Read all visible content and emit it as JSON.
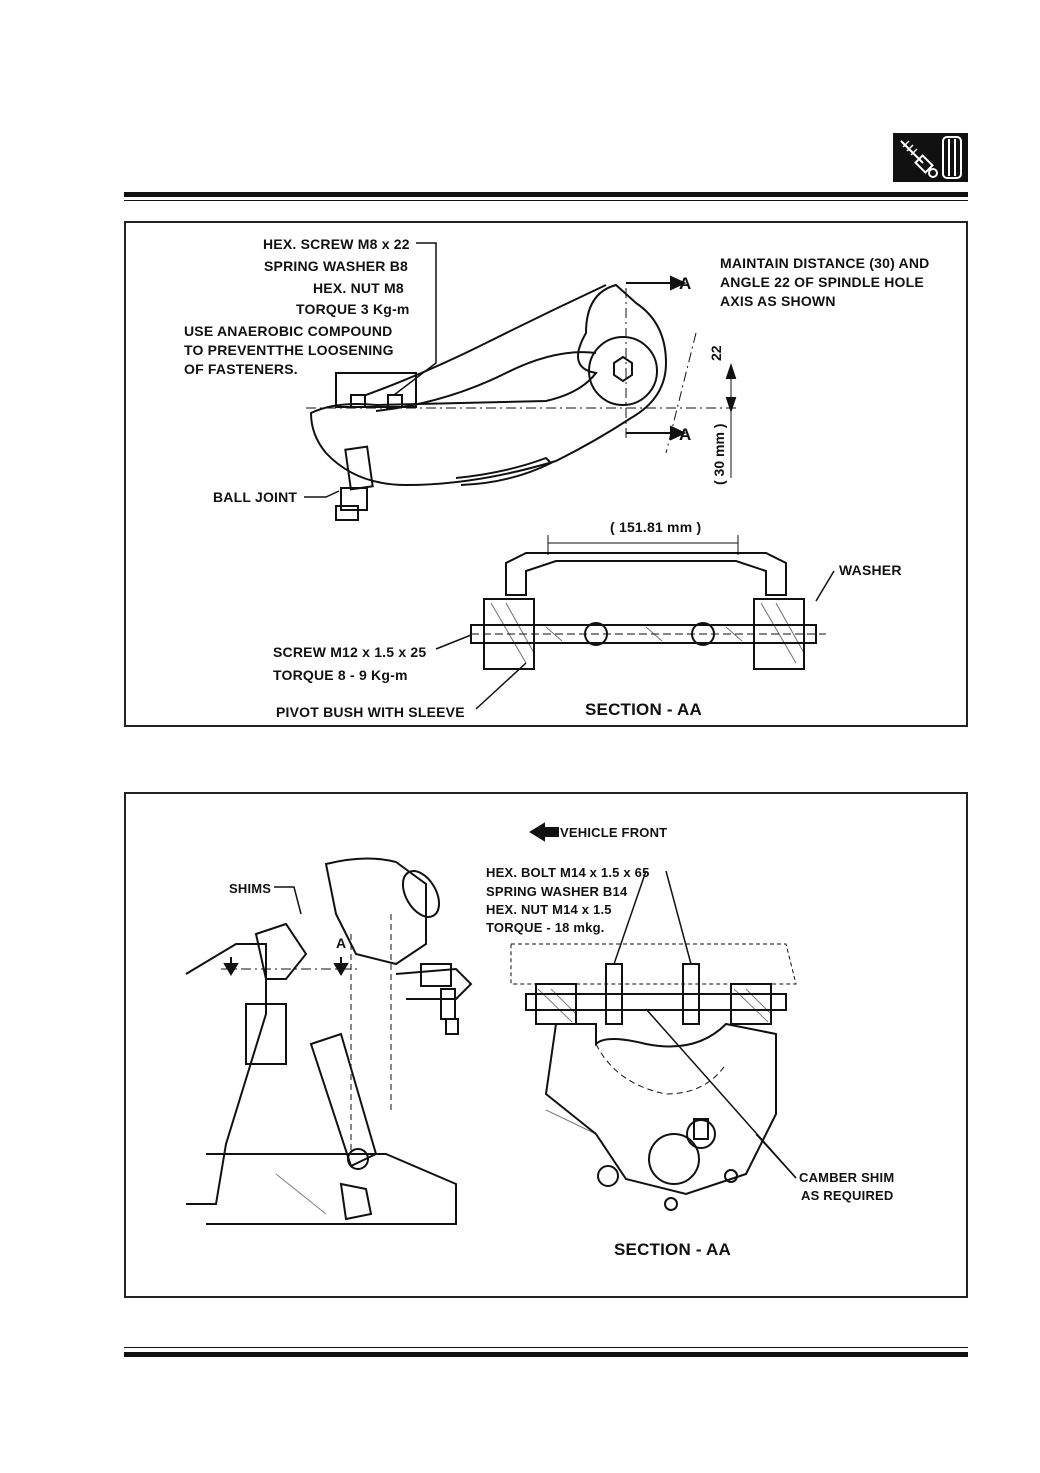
{
  "header": {
    "icon": "shock-absorber-icon"
  },
  "figure1": {
    "labels": {
      "fastener_1": "HEX. SCREW M8 x 22",
      "fastener_2": "SPRING WASHER B8",
      "fastener_3": "HEX. NUT M8",
      "fastener_4": "TORQUE 3 Kg-m",
      "compound_1": "USE ANAEROBIC COMPOUND",
      "compound_2": "TO PREVENTTHE LOOSENING",
      "compound_3": "OF FASTENERS.",
      "maintain_1": "MAINTAIN DISTANCE (30) AND",
      "maintain_2": "ANGLE 22  OF SPINDLE HOLE",
      "maintain_3": "AXIS  AS SHOWN",
      "section_marker_top": "A",
      "section_marker_bottom": "A",
      "angle": "22",
      "distance": "( 30 mm )",
      "ball_joint": "BALL JOINT",
      "width": "( 151.81 mm )",
      "washer": "WASHER",
      "screw": "SCREW M12 x 1.5 x 25",
      "torque": "TORQUE 8 - 9 Kg-m",
      "pivot_bush": "PIVOT BUSH WITH SLEEVE",
      "section": "SECTION -  AA"
    }
  },
  "figure2": {
    "labels": {
      "vehicle_front": "VEHICLE FRONT",
      "shims": "SHIMS",
      "section_marker": "A",
      "bolt_1": "HEX. BOLT M14 x 1.5 x 65",
      "bolt_2": "SPRING WASHER B14",
      "bolt_3": "HEX. NUT M14 x 1.5",
      "bolt_4": "TORQUE - 18 mkg.",
      "camber_1": "CAMBER SHIM",
      "camber_2": "AS REQUIRED",
      "section": "SECTION -  AA"
    }
  }
}
